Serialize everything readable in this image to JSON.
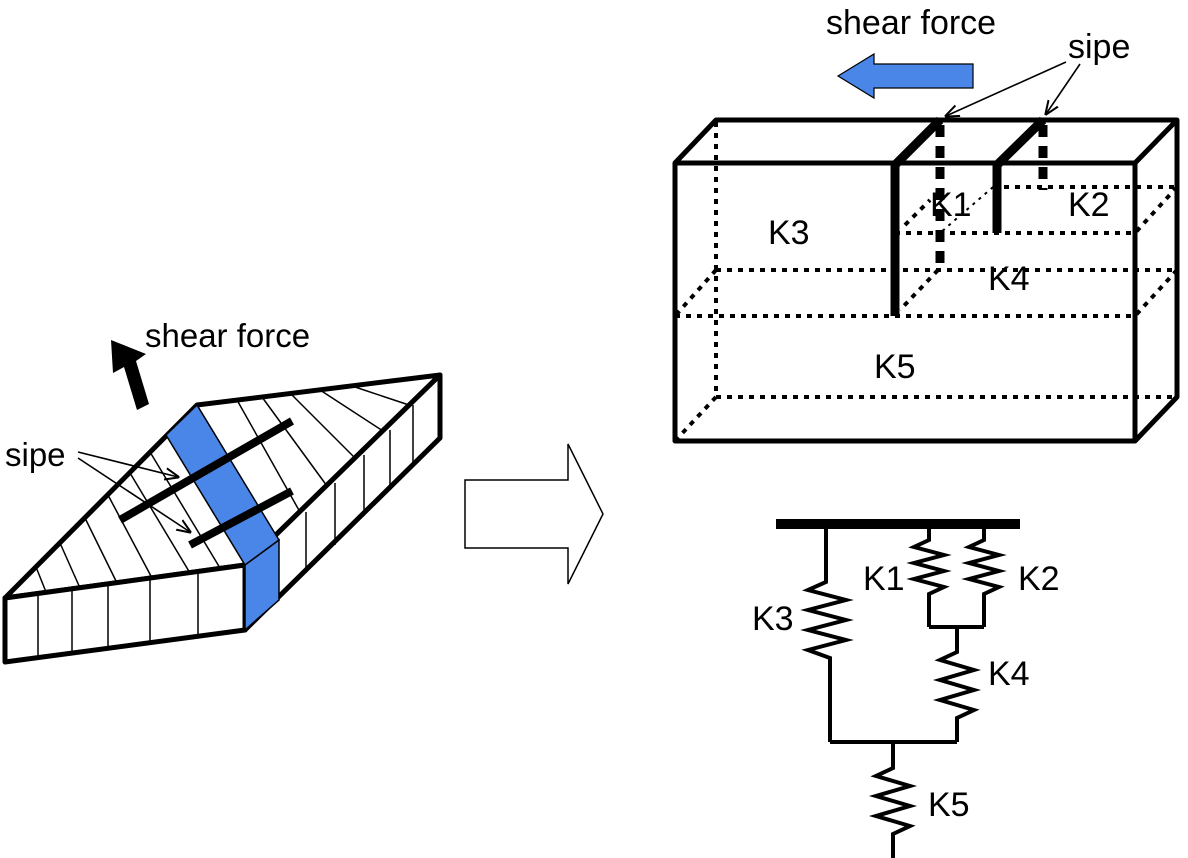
{
  "colors": {
    "sipe_block_fill": "#4a86e8",
    "shear_arrow_fill": "#4a86e8",
    "stroke": "#000000",
    "background": "#ffffff"
  },
  "left_figure": {
    "shear_force_label": "shear force",
    "sipe_label": "sipe"
  },
  "transition_arrow": "hollow-right-arrow",
  "block_figure": {
    "shear_force_label": "shear force",
    "sipe_label": "sipe",
    "stiffness_labels": {
      "k1": "K1",
      "k2": "K2",
      "k3": "K3",
      "k4": "K4",
      "k5": "K5"
    }
  },
  "spring_model": {
    "k1": "K1",
    "k2": "K2",
    "k3": "K3",
    "k4": "K4",
    "k5": "K5"
  }
}
